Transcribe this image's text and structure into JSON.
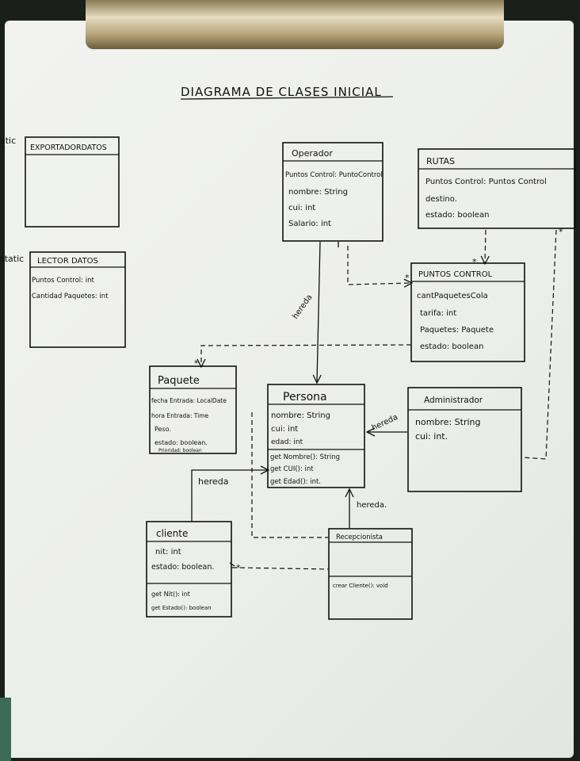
{
  "title": "DIAGRAMA DE CLASES INICIAL",
  "margin_words": {
    "top": "atic",
    "mid": "static"
  },
  "classes": {
    "exportador": {
      "name": "EXPORTADORDATOS",
      "attributes": [],
      "methods": []
    },
    "lector": {
      "name": "LECTOR DATOS",
      "attributes": [
        "Puntos Control: int",
        "Cantidad Paquetes: int"
      ],
      "methods": []
    },
    "operador": {
      "name": "Operador",
      "attributes": [
        "Puntos Control: PuntoControl",
        "nombre: String",
        "cui: int",
        "Salario: int"
      ],
      "methods": []
    },
    "rutas": {
      "name": "RUTAS",
      "attributes": [
        "Puntos Control: Puntos Control",
        "destino.",
        "estado: boolean"
      ],
      "methods": []
    },
    "puntos": {
      "name": "PUNTOS CONTROL",
      "attributes": [
        "cantPaquetesCola",
        "tarifa: int",
        "Paquetes: Paquete",
        "estado: boolean"
      ],
      "methods": []
    },
    "paquete": {
      "name": "Paquete",
      "attributes": [
        "fecha Entrada: LocalDate",
        "hora Entrada: Time",
        "Peso.",
        "estado: boolean.",
        "Prioridad: boolean"
      ],
      "methods": []
    },
    "persona": {
      "name": "Persona",
      "attributes": [
        "nombre: String",
        "cui: int",
        "edad: int"
      ],
      "methods": [
        "get Nombre(): String",
        "get CUI(): int",
        "get Edad(): int."
      ]
    },
    "administrador": {
      "name": "Administrador",
      "attributes": [
        "nombre: String",
        "cui: int."
      ],
      "methods": []
    },
    "cliente": {
      "name": "cliente",
      "attributes": [
        "nit: int",
        "estado: boolean."
      ],
      "methods": [
        "get Nit(): int",
        "get Estado(): boolean"
      ]
    },
    "recepcionista": {
      "name": "Recepcionista",
      "attributes": [],
      "methods": [
        "crear Cliente(): void"
      ]
    }
  },
  "relations": {
    "hereda_operador": "hereda",
    "hereda_admin": "hereda",
    "hereda_cliente": "hereda",
    "hereda_recep": "hereda.",
    "mult_star": "*"
  }
}
